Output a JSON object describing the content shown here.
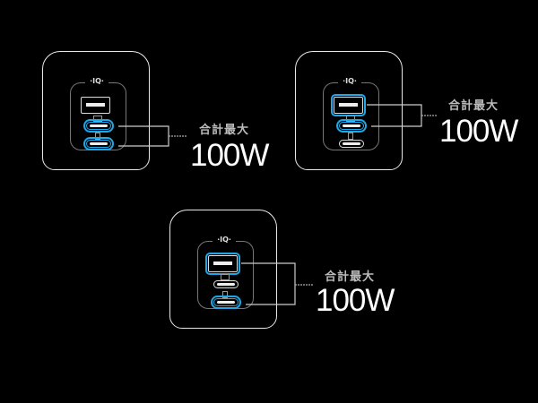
{
  "brand_logo": "·IQ·",
  "accent_color": "#1ea8e8",
  "panels": [
    {
      "label": "合計最大",
      "watt": "100W",
      "highlighted": [
        "usb-c-1",
        "usb-c-2"
      ]
    },
    {
      "label": "合計最大",
      "watt": "100W",
      "highlighted": [
        "usb-a",
        "usb-c-1"
      ]
    },
    {
      "label": "合計最大",
      "watt": "100W",
      "highlighted": [
        "usb-a",
        "usb-c-2"
      ]
    }
  ]
}
